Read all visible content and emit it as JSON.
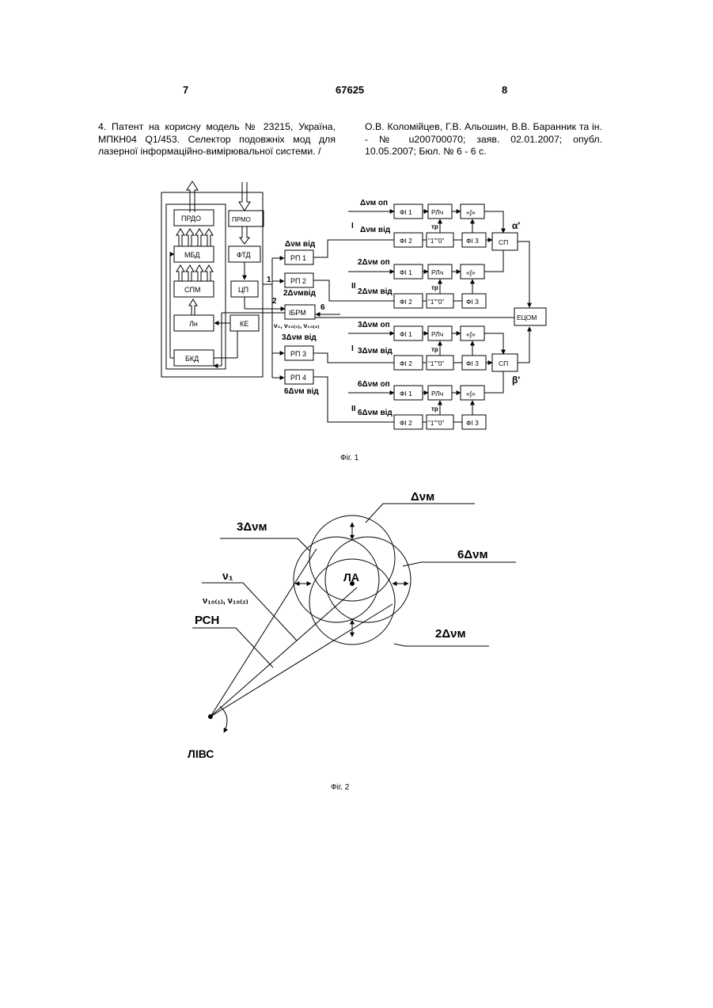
{
  "header": {
    "page_left": "7",
    "patent_no": "67625",
    "page_right": "8"
  },
  "refs": {
    "left_col": "4. Патент на корисну модель № 23215, Україна, МПКН04 Q1/453. Селектор подовжніх мод для лазерної інформаційно-вимірювальної системи. /",
    "right_col": "О.В. Коломійцев, Г.В. Альошин, В.В. Баранник та ін. - № u200700070; заяв. 02.01.2007; опубл. 10.05.2007; Бюл. № 6 - 6 с."
  },
  "fig1": {
    "caption": "Фіг. 1",
    "left_blocks": {
      "prdo": "ПРДО",
      "prmo": "ПРМО",
      "mbd": "МБД",
      "ftd": "ФТД",
      "spm": "СПМ",
      "tsp": "ЦП",
      "ln": "Лн",
      "ke": "КЕ",
      "bkd": "БКД"
    },
    "mid_blocks": {
      "rp1": "РП 1",
      "rp2": "РП 2",
      "ibrm": "ІБРМ",
      "rp3": "РП 3",
      "rp4": "РП 4",
      "etsom": "ЕЦОМ"
    },
    "channel_blocks": {
      "fi1": "ФІ 1",
      "fi2": "ФІ 2",
      "fi3": "ФІ 3",
      "rlch": "РЛч",
      "integrator": "«∫»",
      "gate": "\"1\"\"0\"",
      "sp": "СП"
    },
    "labels": {
      "dv_op": "Δνм оп",
      "dv_vid": "Δνм від",
      "dv2_op": "2Δνм оп",
      "dv2_vid": "2Δνм від",
      "dv3_op": "3Δνм оп",
      "dv3_vid": "3Δνм від",
      "dv6_op": "6Δνм оп",
      "dv6_vid": "6Δνм від",
      "rp1_in": "Δνм від",
      "rp2_in": "2Δνмвід",
      "rp3_in": "3Δνм від",
      "rp4_in": "6Δνм від",
      "ibrm_out": "ν₁, ν₁₀₍₁₎, ν₁₀₍₂₎",
      "num1": "1",
      "num2": "2",
      "num6": "6",
      "roman_I": "I",
      "roman_II": "II",
      "tr": "тр",
      "alpha": "α'",
      "beta": "β'"
    }
  },
  "fig2": {
    "caption": "Фіг. 2",
    "labels": {
      "dv": "Δνм",
      "dv3": "3Δνм",
      "dv6": "6Δνм",
      "dv2": "2Δνм",
      "nu1": "ν₁",
      "nu10": "ν₁₀₍₁₎, ν₁₀₍₂₎",
      "rsn": "РСН",
      "la": "ЛА",
      "livs": "ЛІВС"
    }
  }
}
